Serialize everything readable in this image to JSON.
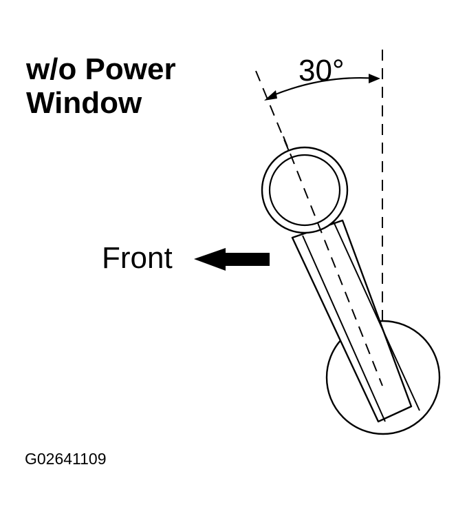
{
  "title": {
    "line1": "w/o Power",
    "line2": "Window"
  },
  "angle_label": "30°",
  "direction_label": "Front",
  "figure_code": "G02641109",
  "colors": {
    "ink": "#000000",
    "background": "#ffffff"
  }
}
